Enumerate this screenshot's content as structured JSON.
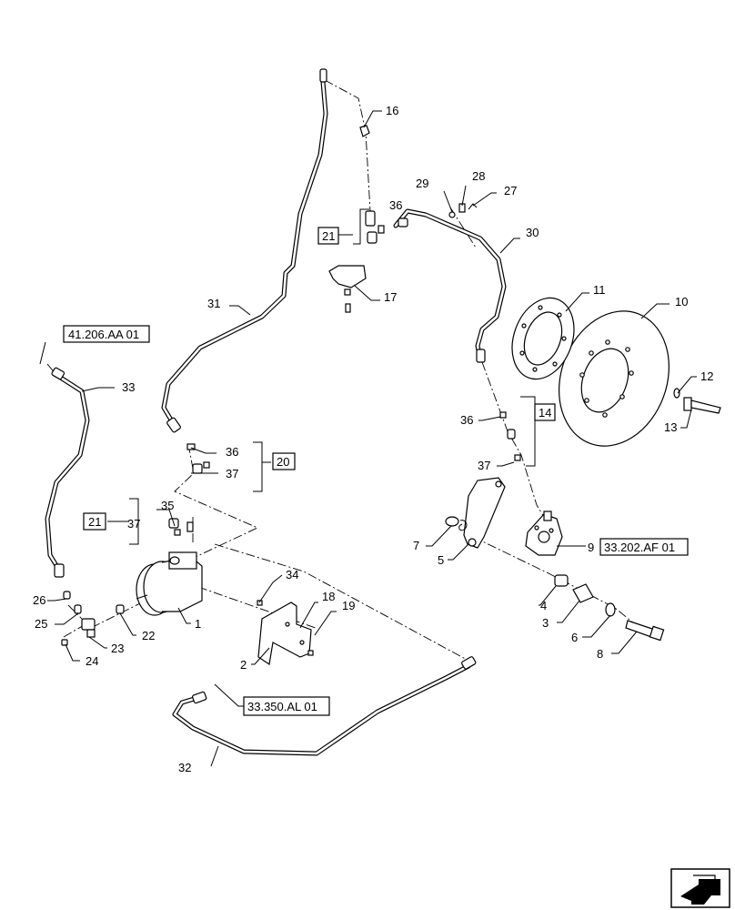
{
  "callouts": {
    "c1": "1",
    "c2": "2",
    "c3": "3",
    "c4": "4",
    "c5": "5",
    "c6": "6",
    "c7": "7",
    "c8": "8",
    "c9": "9",
    "c10": "10",
    "c11": "11",
    "c12": "12",
    "c13": "13",
    "c14": "14",
    "c16": "16",
    "c17": "17",
    "c18": "18",
    "c19": "19",
    "c20": "20",
    "c21a": "21",
    "c21b": "21",
    "c22": "22",
    "c23": "23",
    "c24": "24",
    "c25": "25",
    "c26": "26",
    "c27": "27",
    "c28": "28",
    "c29": "29",
    "c30": "30",
    "c31": "31",
    "c32": "32",
    "c33": "33",
    "c34": "34",
    "c35": "35",
    "c36a": "36",
    "c36b": "36",
    "c36c": "36",
    "c37a": "37",
    "c37b": "37",
    "c37c": "37"
  },
  "references": {
    "ref_41206": "41.206.AA 01",
    "ref_33202": "33.202.AF 01",
    "ref_33350": "33.350.AL 01"
  },
  "icons": {
    "nav": "next-page-arrow-icon"
  }
}
